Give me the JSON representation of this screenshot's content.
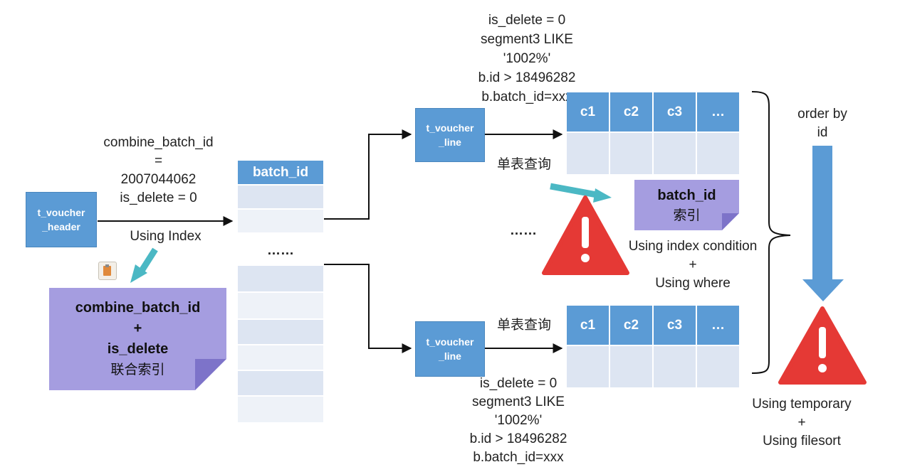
{
  "header_table": {
    "line1": "t_voucher",
    "line2": "_header"
  },
  "line_table_top": {
    "line1": "t_voucher",
    "line2": "_line"
  },
  "line_table_bottom": {
    "line1": "t_voucher",
    "line2": "_line"
  },
  "header_condition": [
    "combine_batch_id",
    "=",
    "2007044062",
    "is_delete = 0"
  ],
  "using_index": "Using Index",
  "composite_index": {
    "field1": "combine_batch_id",
    "plus": "+",
    "field2": "is_delete",
    "label": "联合索引"
  },
  "batch_table": {
    "header": "batch_id",
    "ellipsis": "……"
  },
  "top_condition": [
    "is_delete = 0",
    "segment3 LIKE",
    "'1002%'",
    "b.id > 18496282",
    "b.batch_id=xxx"
  ],
  "bottom_condition": [
    "is_delete = 0",
    "segment3 LIKE",
    "'1002%'",
    "b.id > 18496282",
    "b.batch_id=xxx"
  ],
  "single_query_top": "单表查询",
  "single_query_bottom": "单表查询",
  "middle_ellipsis": "……",
  "result_columns": [
    "c1",
    "c2",
    "c3",
    "…"
  ],
  "batch_index": {
    "field": "batch_id",
    "label": "索引"
  },
  "index_condition_note": [
    "Using index condition",
    "+",
    "Using where"
  ],
  "order_by": [
    "order by",
    "id"
  ],
  "temporary_note": [
    "Using temporary",
    "+",
    "Using filesort"
  ],
  "colors": {
    "table_blue": "#5b9bd5",
    "row_light": "#dde5f2",
    "sticky_purple": "#a59de0",
    "warning_red": "#e53935",
    "arrow_teal": "#4bb8c4"
  },
  "icons": [
    "arrow-right-icon",
    "teal-arrow-icon",
    "warning-icon",
    "down-arrow-icon",
    "brace-icon",
    "clipboard-icon"
  ]
}
